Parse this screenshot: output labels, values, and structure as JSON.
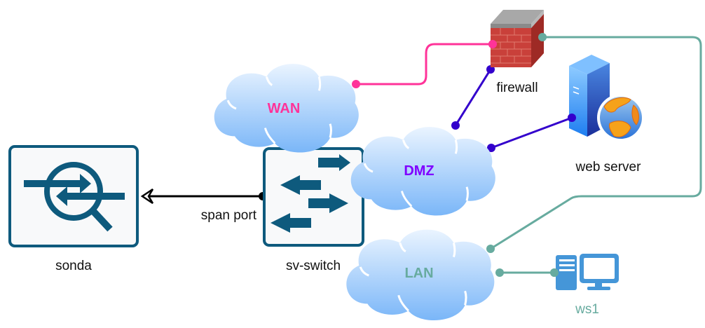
{
  "diagram": {
    "nodes": {
      "sonda": {
        "label": "sonda",
        "icon": "network-probe-icon"
      },
      "switch": {
        "label": "sv-switch",
        "icon": "switch-icon"
      },
      "wan": {
        "label": "WAN",
        "icon": "cloud-icon",
        "label_color": "#ff3399"
      },
      "dmz": {
        "label": "DMZ",
        "icon": "cloud-icon",
        "label_color": "#7f00ff"
      },
      "lan": {
        "label": "LAN",
        "icon": "cloud-icon",
        "label_color": "#67ab9f"
      },
      "firewall": {
        "label": "firewall",
        "icon": "firewall-icon"
      },
      "webserver": {
        "label": "web server",
        "icon": "web-server-icon"
      },
      "ws1": {
        "label": "ws1",
        "icon": "workstation-icon",
        "label_color": "#67ab9f"
      }
    },
    "edges": {
      "span": {
        "label": "span port",
        "from": "sv-switch",
        "to": "sonda",
        "color": "#000000"
      },
      "wan_fw": {
        "from": "WAN",
        "to": "firewall",
        "color": "#ff3399"
      },
      "dmz_fw": {
        "from": "DMZ",
        "to": "firewall",
        "color": "#3300cc"
      },
      "dmz_web": {
        "from": "DMZ",
        "to": "web server",
        "color": "#3300cc"
      },
      "lan_fw": {
        "from": "LAN",
        "to": "firewall",
        "color": "#67ab9f"
      },
      "lan_ws1": {
        "from": "LAN",
        "to": "ws1",
        "color": "#67ab9f"
      }
    }
  }
}
